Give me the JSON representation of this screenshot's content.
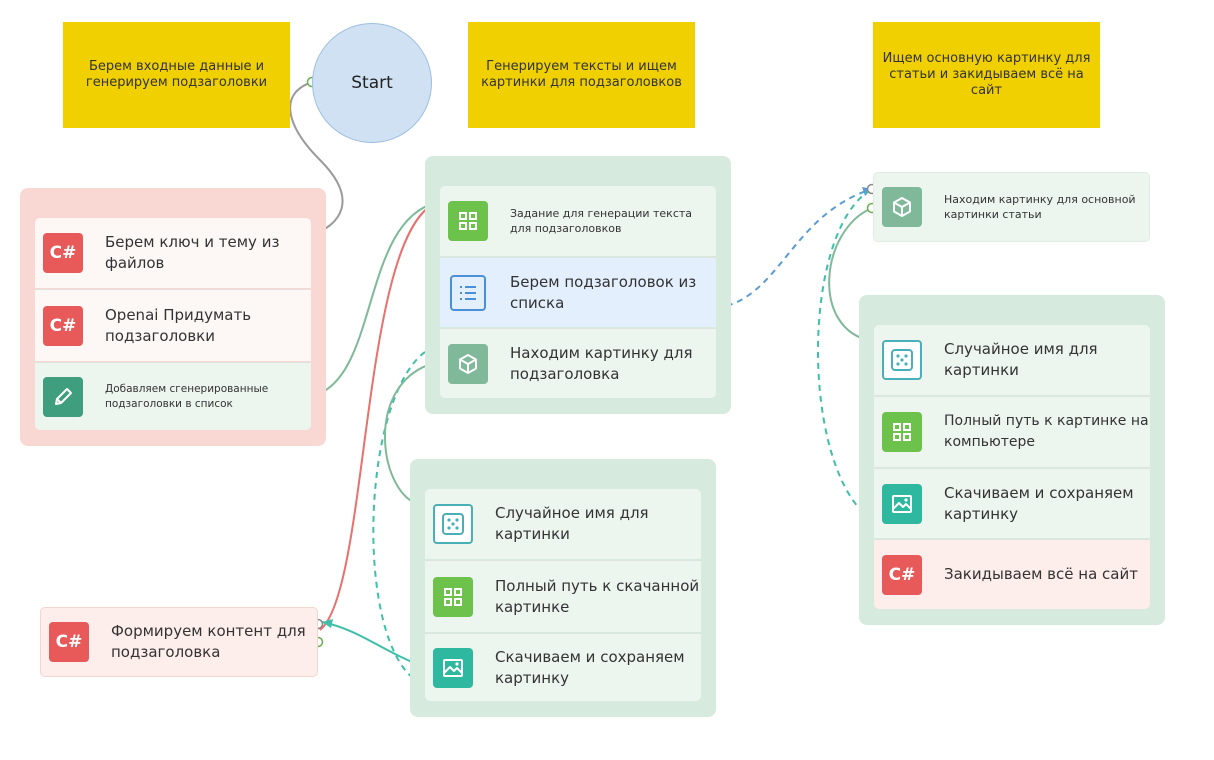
{
  "notes": {
    "left": "Берем входные данные и генерируем подзаголовки",
    "middle": "Генерируем тексты и ищем картинки для подзаголовков",
    "right": "Ищем основную картинку для статьи и закидываем всё на сайт"
  },
  "start": {
    "label": "Start"
  },
  "group_input": {
    "b1": "Берем ключ и тему из файлов",
    "b2": "Openai Придумать подзаголовки",
    "b3": "Добавляем сгенерированные подзаголовки в список"
  },
  "group_loop": {
    "b1": "Задание для генерации текста для подзаголовков",
    "b2": "Берем подзаголовок из списка",
    "b3": "Находим картинку для подзаголовка"
  },
  "group_sub_image": {
    "b1": "Случайное имя для картинки",
    "b2": "Полный путь к скачанной картинке",
    "b3": "Скачиваем и сохраняем картинку"
  },
  "form_content": {
    "label": "Формируем контент для подзаголовка"
  },
  "main_image": {
    "label": "Находим картинку для основной картинки статьи"
  },
  "group_main": {
    "b1": "Случайное имя для картинки",
    "b2": "Полный путь к картинке на компьютере",
    "b3": "Скачиваем и сохраняем картинку",
    "b4": "Закидываем всё на сайт"
  },
  "icons": {
    "csharp_text": "C#",
    "colors": {
      "csharp": "#e8595a",
      "pencil": "#3f9e7e",
      "grid": "#6cc24a",
      "list": "#4a90d9",
      "cube": "#7fb99a",
      "dice": "#4ab0b8",
      "image": "#2fb8a0",
      "note": "#f0d000",
      "link_gray": "#9a9a9a",
      "link_green": "#7fb99a",
      "link_red": "#e8706d",
      "link_blue_dash": "#5b9bd5",
      "link_teal_dash": "#3fbfa8"
    }
  }
}
